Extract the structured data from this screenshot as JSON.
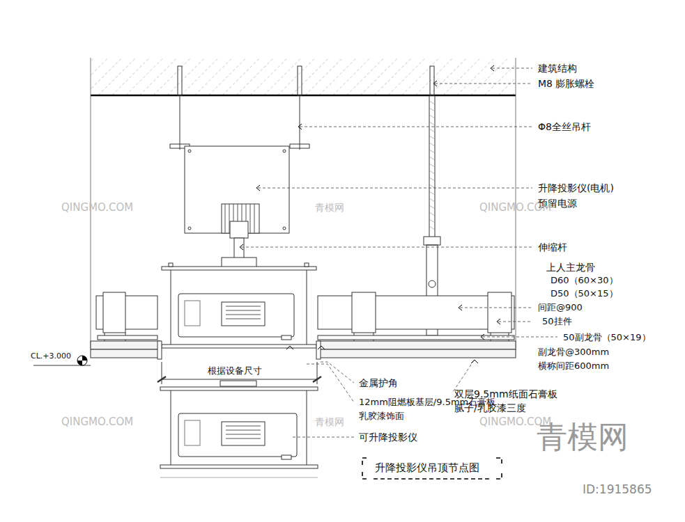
{
  "diagram": {
    "title": "升降投影仪吊顶节点图",
    "labels": [
      "建筑结构",
      "M8 膨胀螺栓",
      "Φ8全丝吊杆",
      "升降投影仪(电机)",
      "预留电源",
      "伸缩杆",
      "上人主龙骨",
      "D60（60×30）",
      "D50（50×15）",
      "间距@900",
      "50挂件",
      "50副龙骨（50×19）",
      "副龙骨@300mm",
      "横称间距600mm",
      "CL.+3.000",
      "根据设备尺寸",
      "金属护角",
      "12mm阻燃板基层/9.5mm石膏板",
      "乳胶漆饰面",
      "双层9.5mm纸面石膏板",
      "腻子/乳胶漆三度",
      "可升降投影仪",
      "青模网",
      "ID:1915865",
      "QINGMO.COM",
      "QINGMO.COM",
      "QINGMO.COM",
      "QINGMO.COM",
      "青模网",
      "青模网"
    ]
  }
}
